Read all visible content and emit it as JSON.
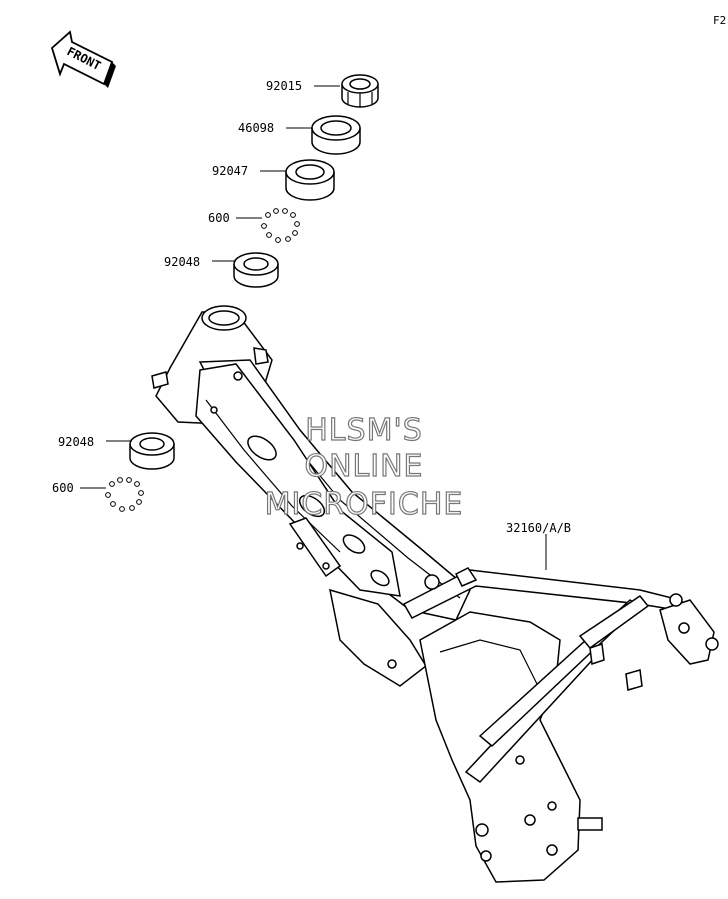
{
  "corner_code": "F2",
  "front_arrow": {
    "label": "FRONT"
  },
  "watermark": {
    "line1": "HLSM'S",
    "line2": "ONLINE",
    "line3": "MICROFICHE"
  },
  "parts": [
    {
      "number": "92015"
    },
    {
      "number": "46098"
    },
    {
      "number": "92047"
    },
    {
      "number": "600"
    },
    {
      "number": "92048"
    },
    {
      "number": "92048"
    },
    {
      "number": "600"
    },
    {
      "number": "32160/A/B"
    }
  ]
}
